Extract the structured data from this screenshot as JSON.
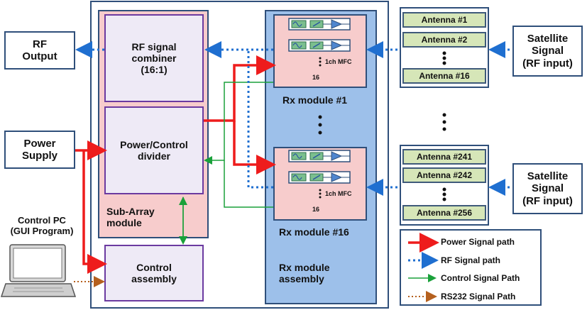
{
  "rf_output": "RF\nOutput",
  "power_supply": "Power\nSupply",
  "control_pc": "Control PC\n(GUI Program)",
  "sub_array": {
    "rf_combiner": "RF signal\ncombiner\n(16:1)",
    "power_divider": "Power/Control\ndivider",
    "label": "Sub-Array\nmodule"
  },
  "control_assembly": "Control\nassembly",
  "rx_assembly": {
    "module1": "Rx module #1",
    "module16": "Rx module #16",
    "label": "Rx module\nassembly",
    "mfc_label": "1ch MFC",
    "mfc_count": "16"
  },
  "antennas_top": [
    "Antenna #1",
    "Antenna #2",
    "Antenna #16"
  ],
  "antennas_bottom": [
    "Antenna #241",
    "Antenna #242",
    "Antenna #256"
  ],
  "satellite_top": "Satellite\nSignal\n(RF input)",
  "satellite_bottom": "Satellite\nSignal\n(RF input)",
  "legend": [
    {
      "label": "Power Signal path",
      "color": "#ee1c1c"
    },
    {
      "label": "RF Signal path",
      "color": "#1f6fd0"
    },
    {
      "label": "Control Signal Path",
      "color": "#1aa13a"
    },
    {
      "label": "RS232 Signal Path",
      "color": "#b5601e"
    }
  ]
}
